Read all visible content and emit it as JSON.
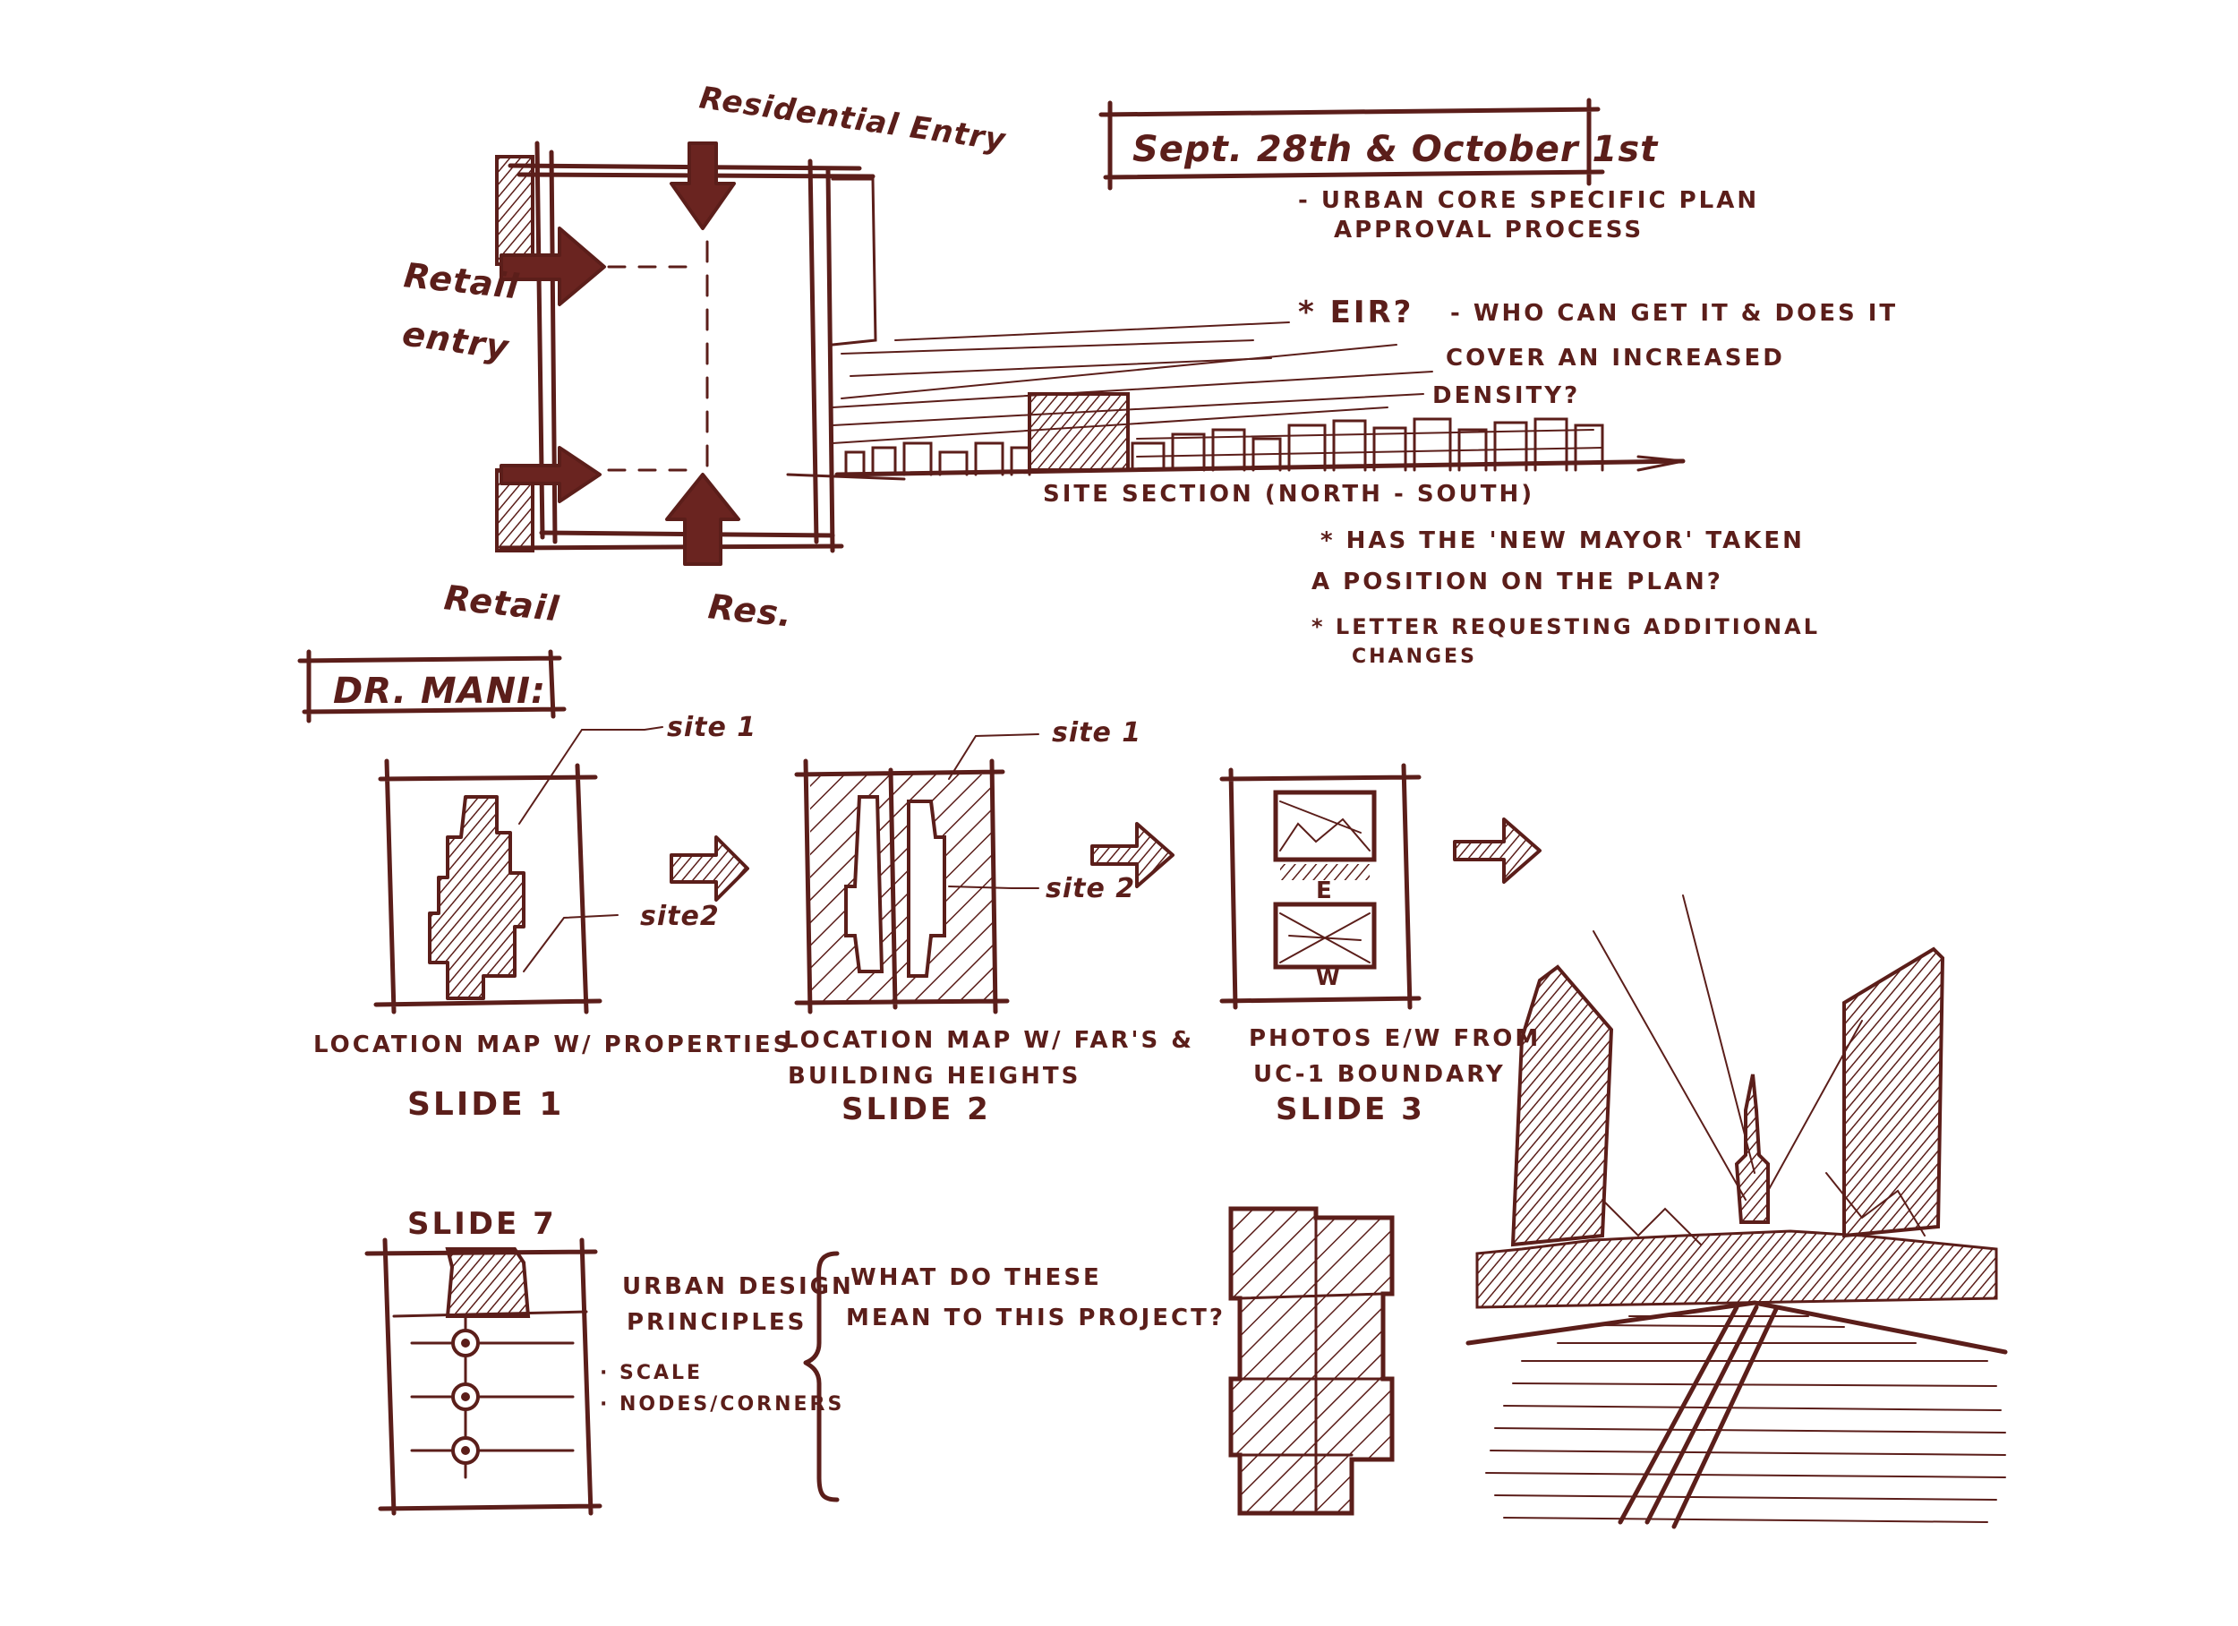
{
  "colors": {
    "ink": "#5b1e1a",
    "paper": "#ffffff"
  },
  "site_plan": {
    "residential_entry": "Residential Entry",
    "retail_entry_line1": "Retail",
    "retail_entry_line2": "entry",
    "retail_bottom": "Retail",
    "res_bottom": "Res."
  },
  "meeting": {
    "dates": "Sept. 28th & October 1st",
    "note_1_line1": "- URBAN CORE SPECIFIC PLAN",
    "note_1_line2": "APPROVAL PROCESS",
    "note_2_q": "* EIR?",
    "note_2_line1": "- WHO CAN GET IT & DOES IT",
    "note_2_line2": "COVER AN INCREASED",
    "note_2_line3": "DENSITY?",
    "note_3_line1": "* HAS THE 'NEW MAYOR' TAKEN",
    "note_3_line2": "A POSITION ON THE PLAN?",
    "note_4_line1": "* LETTER REQUESTING ADDITIONAL",
    "note_4_line2": "CHANGES"
  },
  "section": {
    "label": "SITE SECTION (NORTH - SOUTH)"
  },
  "dr_mani": {
    "label": "DR. MANI:"
  },
  "slides": {
    "slide1": {
      "site1": "site 1",
      "site2": "site2",
      "caption": "LOCATION MAP W/ PROPERTIES",
      "title": "SLIDE 1"
    },
    "slide2": {
      "site1": "site 1",
      "site2": "site 2",
      "caption_line1": "LOCATION MAP W/ FAR'S &",
      "caption_line2": "BUILDING HEIGHTS",
      "title": "SLIDE 2"
    },
    "slide3": {
      "label_e": "E",
      "label_w": "W",
      "caption_line1": "PHOTOS E/W FROM",
      "caption_line2": "UC-1 BOUNDARY",
      "title": "SLIDE 3"
    },
    "slide7": {
      "title": "SLIDE 7",
      "principles_line1": "URBAN DESIGN",
      "principles_line2": "PRINCIPLES",
      "bullet_1": "· SCALE",
      "bullet_2": "· NODES/CORNERS",
      "question_line1": "WHAT DO THESE",
      "question_line2": "MEAN TO THIS PROJECT?"
    }
  }
}
